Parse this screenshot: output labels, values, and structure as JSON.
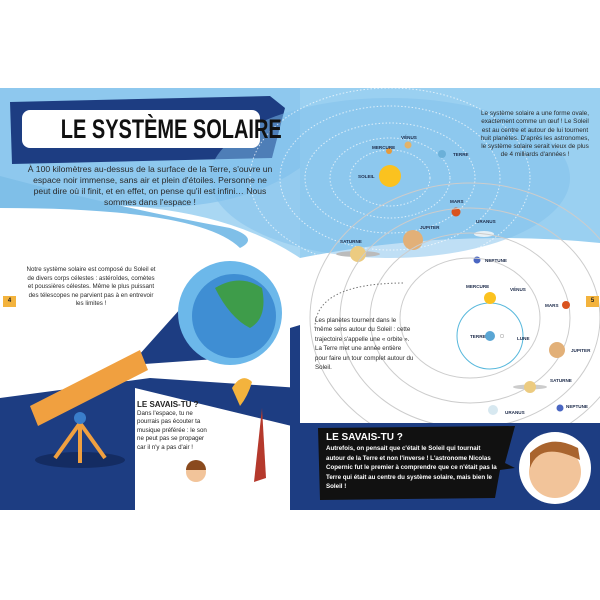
{
  "title": "LE SYSTÈME SOLAIRE",
  "intro": "À 100 kilomètres au-dessus de la surface de la Terre, s'ouvre un espace noir immense, sans air et plein d'étoiles. Personne ne peut dire où il finit, et en effet, on pense qu'il est infini… Nous sommes dans l'espace !",
  "left_text": "Notre système solaire est composé du Soleil et de divers corps célestes : astéroïdes, comètes et poussières célestes. Même le plus puissant des télescopes ne parvient pas à en entrevoir les limites !",
  "page_left": "4",
  "page_right": "5",
  "fact_left": {
    "heading": "LE SAVAIS-TU ?",
    "body": "Dans l'espace, tu ne pourrais pas écouter ta musique préférée : le son ne peut pas se propager car il n'y a pas d'air !"
  },
  "oval_text": "Le système solaire a une forme ovale, exactement comme un œuf ! Le Soleil est au centre et autour de lui tournent huit planètes. D'après les astronomes, le système solaire serait vieux de plus de 4 milliards d'années !",
  "orbit_text": "Les planètes tournent dans le même sens autour du Soleil : cette trajectoire s'appelle une « orbite ». La Terre met une année entière pour faire un tour complet autour du Soleil.",
  "fact_right": {
    "heading": "LE SAVAIS-TU ?",
    "body": "Autrefois, on pensait que c'était le Soleil qui tournait autour de la Terre et non l'inverse ! L'astronome Nicolas Copernic fut le premier à comprendre que ce n'était pas la Terre qui était au centre du système solaire, mais bien le Soleil !"
  },
  "top_labels": {
    "sun": "SOLEIL",
    "mercury": "MERCURE",
    "venus": "VÉNUS",
    "earth": "TERRE",
    "mars": "MARS",
    "jupiter": "JUPITER",
    "saturn": "SATURNE",
    "uranus": "URANUS",
    "neptune": "NEPTUNE"
  },
  "bottom_labels": {
    "mercury": "MERCURE",
    "venus": "VÉNUS",
    "mars": "MARS",
    "earth": "TERRE",
    "moon": "LUNE",
    "jupiter": "JUPITER",
    "saturn": "SATURNE",
    "uranus": "URANUS",
    "neptune": "NEPTUNE"
  },
  "colors": {
    "sky": "#8ec8ee",
    "navy": "#1d3d82",
    "accent": "#f3b33d"
  }
}
